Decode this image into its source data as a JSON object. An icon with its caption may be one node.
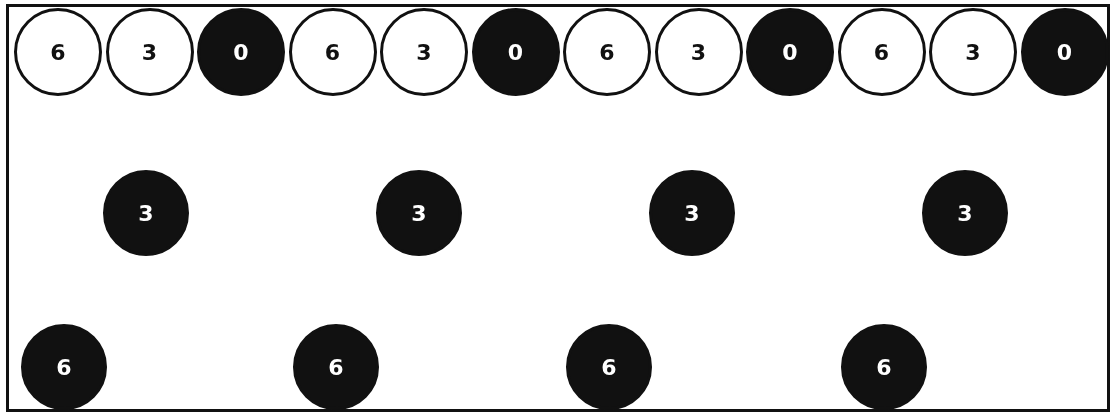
{
  "diagram": {
    "nodes": [
      {
        "text": [
          "6"
        ]
      },
      {
        "text": [
          "3"
        ]
      },
      {
        "text": [
          "0"
        ]
      },
      {
        "text": [
          "6"
        ]
      },
      {
        "text": [
          "3"
        ]
      },
      {
        "text": [
          "0"
        ]
      },
      {
        "text": [
          "6"
        ]
      },
      {
        "text": [
          "3"
        ]
      },
      {
        "text": [
          "0"
        ]
      },
      {
        "text": [
          "6"
        ]
      },
      {
        "text": [
          "3"
        ]
      },
      {
        "text": [
          "0"
        ]
      },
      {
        "text": [
          "3"
        ]
      },
      {
        "text": [
          "3"
        ]
      },
      {
        "text": [
          "3"
        ]
      },
      {
        "text": [
          "3"
        ]
      },
      {
        "text": [
          "6"
        ]
      },
      {
        "text": [
          "6"
        ]
      },
      {
        "text": [
          "6"
        ]
      },
      {
        "text": [
          "6"
        ]
      }
    ]
  }
}
